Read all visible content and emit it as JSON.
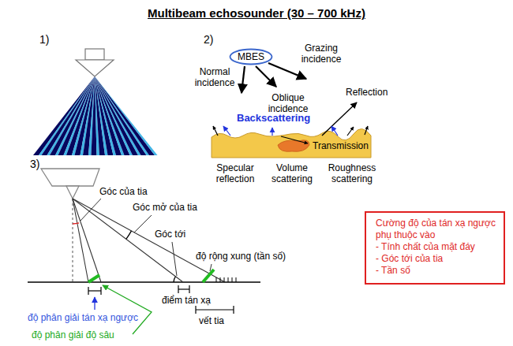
{
  "diagram": {
    "title": "Multibeam echosounder (30 – 700 kHz)",
    "nodes": [
      {
        "text": [
          "MBES"
        ]
      },
      {
        "text": [
          "Cường độ của tán xạ ngược phụ thuộc vào",
          "- Tính chất của mặt đáy",
          "- Góc tới của tia",
          "- Tần số"
        ]
      }
    ],
    "labels": [
      "1)",
      "2)",
      "3)",
      "Normal incidence",
      "Oblique incidence",
      "Grazing incidence",
      "Reflection",
      "Backscattering",
      "Transmission",
      "Specular reflection",
      "Volume scattering",
      "Roughness scattering",
      "Góc của tia",
      "Góc mở của tia",
      "Góc tới",
      "độ rộng xung (tần số)",
      "điểm tán xạ",
      "độ phân giải tán xạ ngược",
      "độ phân giải độ sâu",
      "vết tia"
    ]
  }
}
